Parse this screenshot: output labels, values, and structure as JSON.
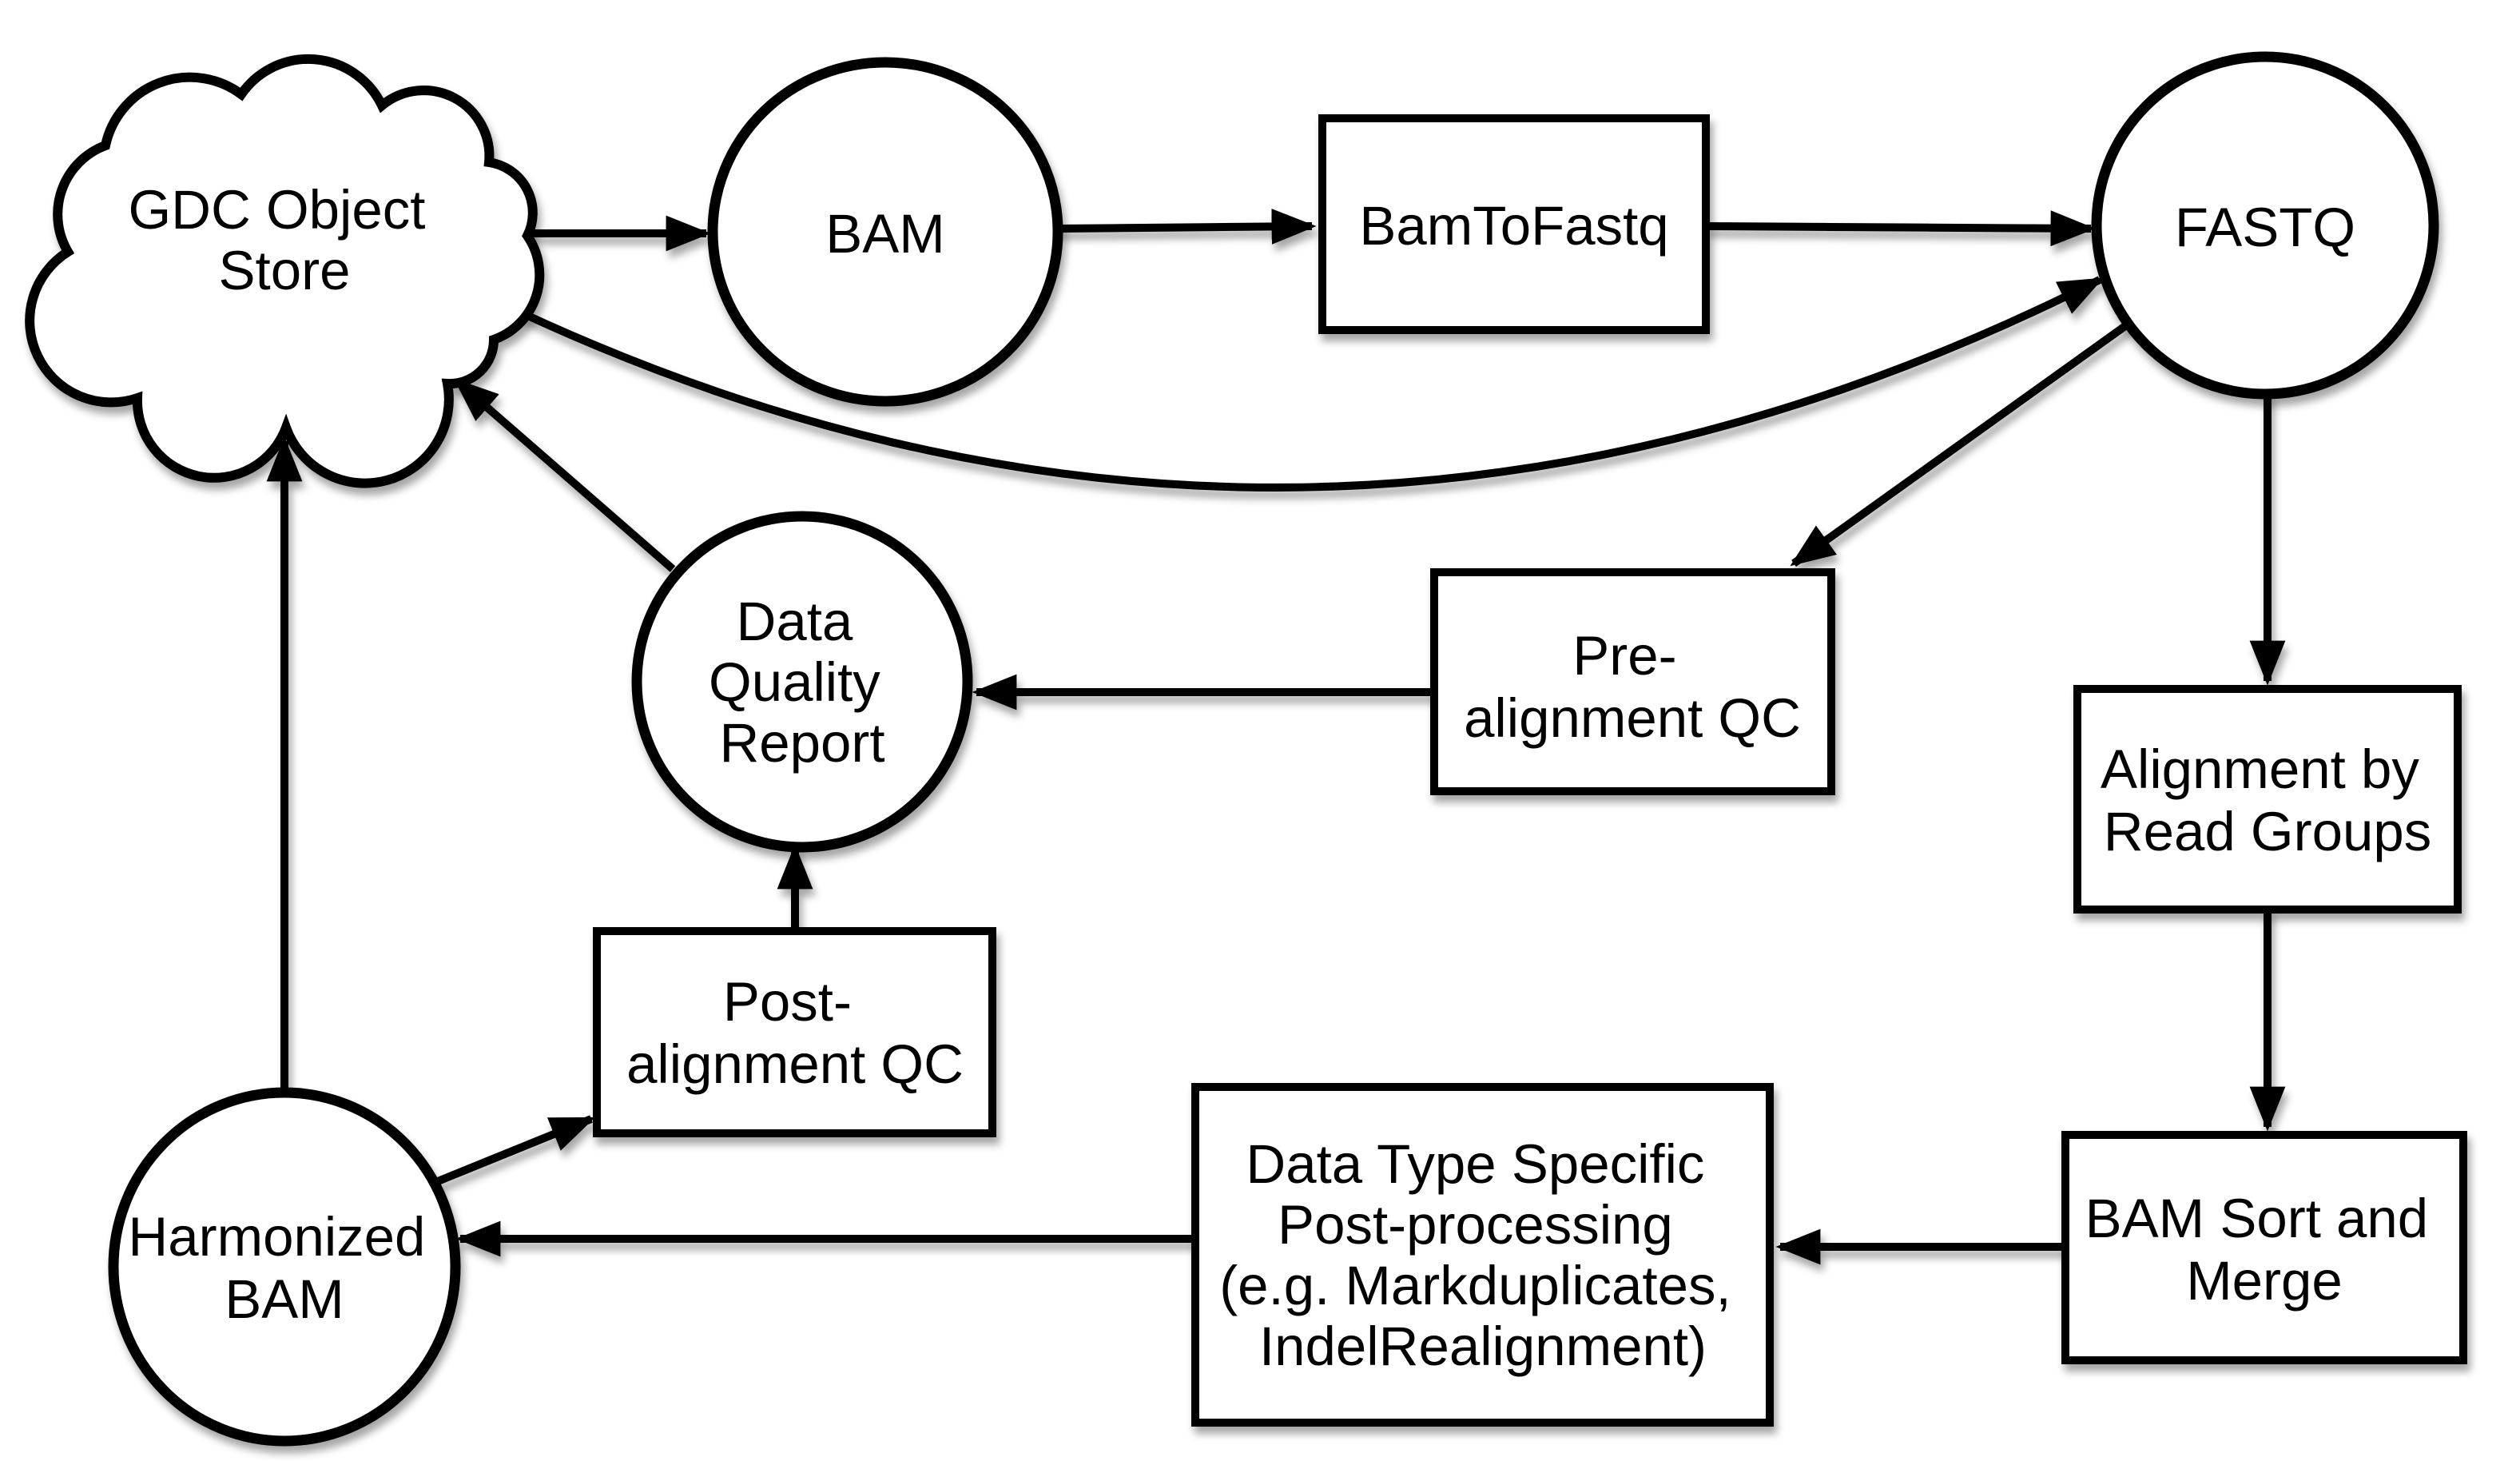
{
  "diagram_type": "flowchart",
  "colors": {
    "background": "#ffffff",
    "shape_fill": "#ffffff",
    "shape_stroke": "#000000",
    "text": "#000000",
    "arrow": "#000000"
  },
  "nodes": {
    "gdc_object_store": {
      "shape": "cloud",
      "lines": [
        "GDC Object",
        "Store"
      ]
    },
    "bam": {
      "shape": "ellipse",
      "lines": [
        "BAM"
      ]
    },
    "bam_to_fastq": {
      "shape": "rect",
      "lines": [
        "BamToFastq"
      ]
    },
    "fastq": {
      "shape": "ellipse",
      "lines": [
        "FASTQ"
      ]
    },
    "pre_alignment_qc": {
      "shape": "rect",
      "lines": [
        "Pre-",
        "alignment QC"
      ]
    },
    "data_quality_report": {
      "shape": "ellipse",
      "lines": [
        "Data",
        "Quality",
        "Report"
      ]
    },
    "alignment_by_read_groups": {
      "shape": "rect",
      "lines": [
        "Alignment by",
        "Read Groups"
      ]
    },
    "bam_sort_and_merge": {
      "shape": "rect",
      "lines": [
        "BAM Sort and",
        "Merge"
      ]
    },
    "data_type_specific_post_processing": {
      "shape": "rect",
      "lines": [
        "Data Type Specific",
        "Post-processing",
        "(e.g. Markduplicates,",
        "IndelRealignment)"
      ]
    },
    "harmonized_bam": {
      "shape": "ellipse",
      "lines": [
        "Harmonized",
        "BAM"
      ]
    },
    "post_alignment_qc": {
      "shape": "rect",
      "lines": [
        "Post-",
        "alignment QC"
      ]
    }
  },
  "edges": [
    {
      "from": "gdc_object_store",
      "to": "bam"
    },
    {
      "from": "bam",
      "to": "bam_to_fastq"
    },
    {
      "from": "bam_to_fastq",
      "to": "fastq"
    },
    {
      "from": "gdc_object_store",
      "to": "fastq",
      "style": "curved"
    },
    {
      "from": "fastq",
      "to": "pre_alignment_qc"
    },
    {
      "from": "pre_alignment_qc",
      "to": "data_quality_report"
    },
    {
      "from": "data_quality_report",
      "to": "gdc_object_store"
    },
    {
      "from": "harmonized_bam",
      "to": "gdc_object_store"
    },
    {
      "from": "fastq",
      "to": "alignment_by_read_groups"
    },
    {
      "from": "alignment_by_read_groups",
      "to": "bam_sort_and_merge"
    },
    {
      "from": "bam_sort_and_merge",
      "to": "data_type_specific_post_processing"
    },
    {
      "from": "data_type_specific_post_processing",
      "to": "harmonized_bam"
    },
    {
      "from": "harmonized_bam",
      "to": "post_alignment_qc"
    },
    {
      "from": "post_alignment_qc",
      "to": "data_quality_report"
    }
  ]
}
